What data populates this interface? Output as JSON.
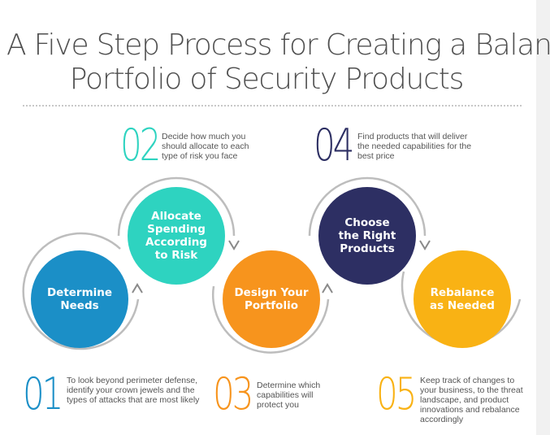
{
  "title": {
    "line1": "A Five Step Process for Creating a Balanced",
    "line2": "Portfolio of Security Products"
  },
  "steps": [
    {
      "number": "01",
      "circle_label": "Determine\nNeeds",
      "description": "To look beyond perimeter defense, identify your crown jewels and the types of attacks that are most likely",
      "color": "#1b8fc7"
    },
    {
      "number": "02",
      "circle_label": "Allocate\nSpending\nAccording\nto Risk",
      "description": "Decide how much you should allocate to each type of risk you face",
      "color": "#2ed3c0"
    },
    {
      "number": "03",
      "circle_label": "Design Your\nPortfolio",
      "description": "Determine which capabilities will protect you",
      "color": "#f7941d"
    },
    {
      "number": "04",
      "circle_label": "Choose\nthe Right\nProducts",
      "description": "Find products that will deliver the needed capabilities for the best price",
      "color": "#2d2f63"
    },
    {
      "number": "05",
      "circle_label": "Rebalance\nas Needed",
      "description": "Keep track of changes to your business, to the threat landscape, and product innovations and rebalance accordingly",
      "color": "#f9b214"
    }
  ],
  "colors": {
    "title": "#4f4f4f",
    "divider": "#c8c8c8",
    "ring": "#bdbdbd",
    "text": "#555555",
    "arrow": "#8a8a8a"
  }
}
